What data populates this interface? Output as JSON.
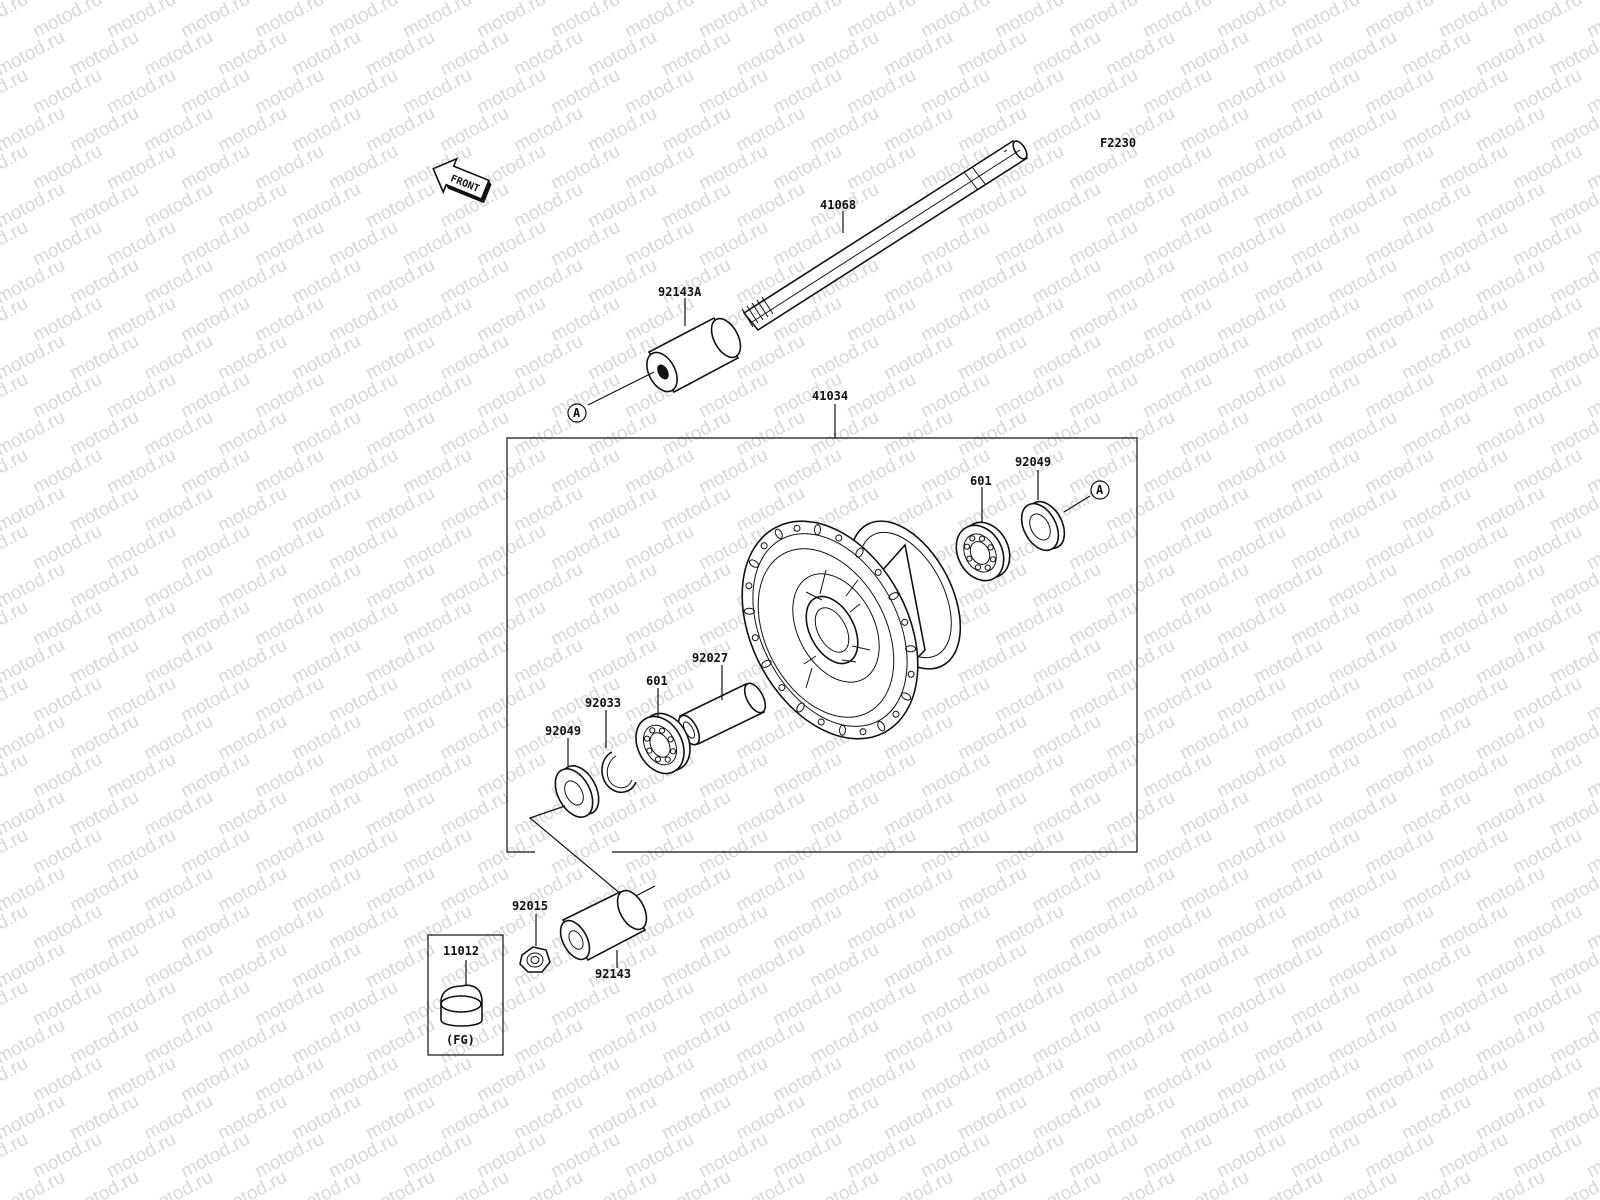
{
  "diagram_code": "F2230",
  "watermark": "motod.ru",
  "front_label": "FRONT",
  "ref_marker": "A",
  "parts": {
    "axle": "41068",
    "collar_a": "92143A",
    "hub_assembly": "41034",
    "bearing_right": "601",
    "seal_right": "92049",
    "collar_inner": "92027",
    "bearing_left": "601",
    "circlip": "92033",
    "seal_left": "92049",
    "nut": "92015",
    "collar": "92143",
    "cap": "11012"
  },
  "cap_note": "(FG)",
  "colors": {
    "line": "#111111",
    "watermark": "#d9d9d9",
    "background": "#ffffff"
  }
}
